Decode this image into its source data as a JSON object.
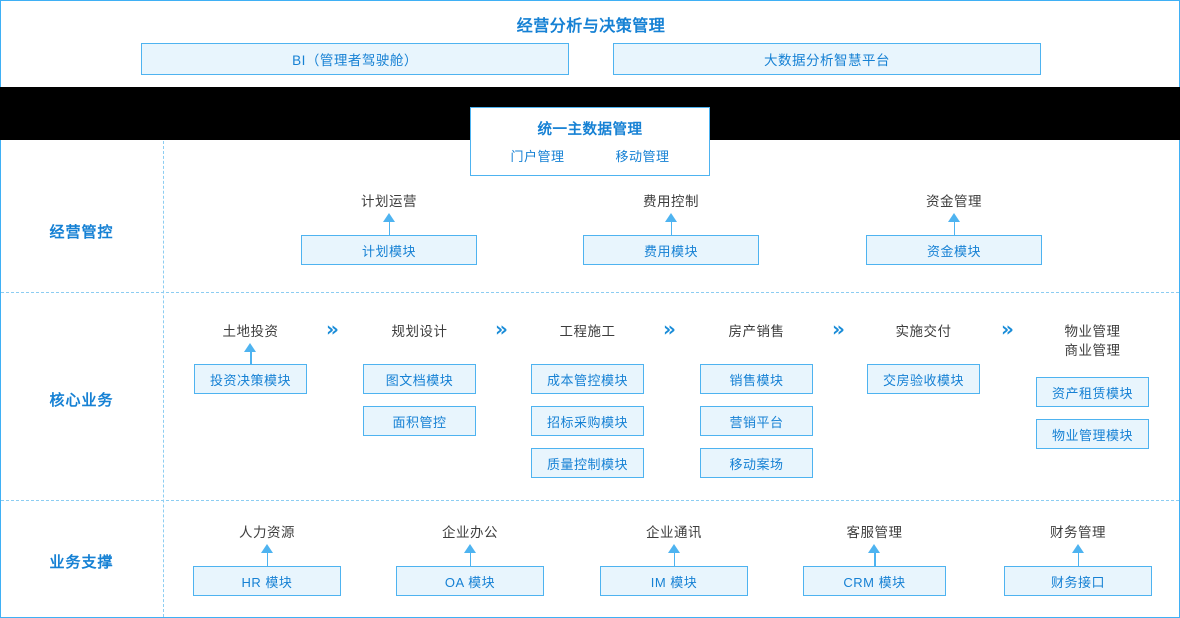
{
  "top": {
    "title": "经营分析与决策管理",
    "platforms": [
      {
        "label": "BI（管理者驾驶舱）"
      },
      {
        "label": "大数据分析智慧平台"
      }
    ]
  },
  "master_data": {
    "title": "统一主数据管理",
    "subs": [
      {
        "label": "门户管理"
      },
      {
        "label": "移动管理"
      }
    ]
  },
  "colors": {
    "accent": "#1681d4",
    "border": "#4eb3f0",
    "fill": "#e8f5fd",
    "dashed": "#8ccdf2",
    "band": "#000000",
    "header_text": "#3d3d3d"
  },
  "rows": [
    {
      "label": "经营管控",
      "columns": [
        {
          "header": "计划运营",
          "arrow": true,
          "modules": [
            "计划模块"
          ]
        },
        {
          "header": "费用控制",
          "arrow": true,
          "modules": [
            "费用模块"
          ]
        },
        {
          "header": "资金管理",
          "arrow": true,
          "modules": [
            "资金模块"
          ]
        }
      ]
    },
    {
      "label": "核心业务",
      "chevron": "»",
      "columns": [
        {
          "header": "土地投资",
          "arrow": true,
          "modules": [
            "投资决策模块"
          ]
        },
        {
          "header": "规划设计",
          "arrow": false,
          "modules": [
            "图文档模块",
            "面积管控"
          ]
        },
        {
          "header": "工程施工",
          "arrow": false,
          "modules": [
            "成本管控模块",
            "招标采购模块",
            "质量控制模块"
          ]
        },
        {
          "header": "房产销售",
          "arrow": false,
          "modules": [
            "销售模块",
            "营销平台",
            "移动案场"
          ]
        },
        {
          "header": "实施交付",
          "arrow": false,
          "modules": [
            "交房验收模块"
          ]
        },
        {
          "header": "物业管理\n商业管理",
          "arrow": false,
          "modules": [
            "资产租赁模块",
            "物业管理模块"
          ]
        }
      ]
    },
    {
      "label": "业务支撑",
      "columns": [
        {
          "header": "人力资源",
          "arrow": true,
          "modules": [
            "HR 模块"
          ]
        },
        {
          "header": "企业办公",
          "arrow": true,
          "modules": [
            "OA 模块"
          ]
        },
        {
          "header": "企业通讯",
          "arrow": true,
          "modules": [
            "IM 模块"
          ]
        },
        {
          "header": "客服管理",
          "arrow": true,
          "modules": [
            "CRM 模块"
          ]
        },
        {
          "header": "财务管理",
          "arrow": true,
          "modules": [
            "财务接口"
          ]
        }
      ]
    }
  ]
}
